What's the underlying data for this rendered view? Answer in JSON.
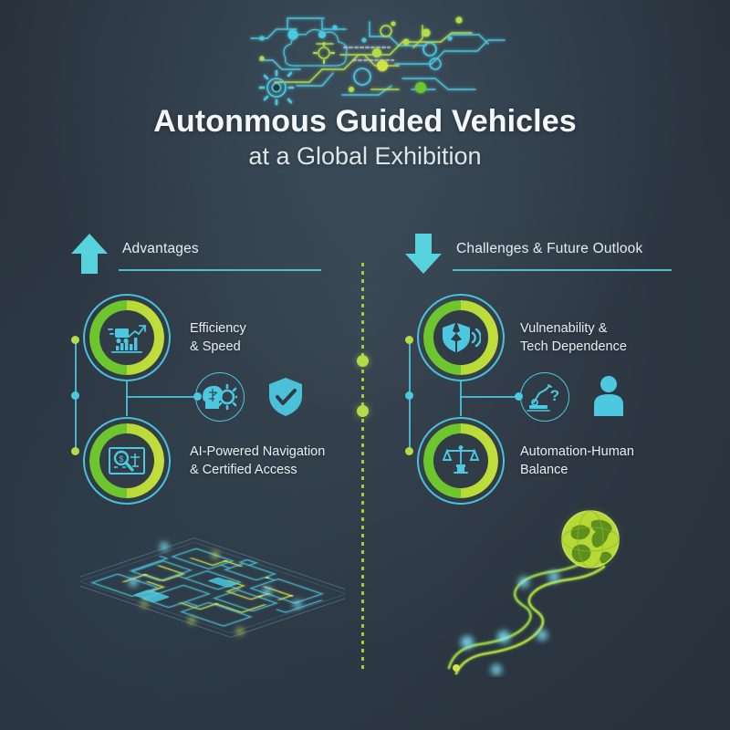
{
  "page": {
    "title_main": "Autonmous Guided Vehicles",
    "title_sub": "at a Global Exhibition",
    "background_color": "#2c3742",
    "accent_cyan": "#4cc8e0",
    "accent_green": "#b4dc47",
    "accent_green_dark": "#6ec62e",
    "text_color": "#e8eef2"
  },
  "header_graphic": {
    "icon": "circuit-board-network-icon",
    "description": "Abstract circuit board traces with nodes, gears and a cloud outline"
  },
  "columns": [
    {
      "id": "advantages",
      "heading": "Advantages",
      "arrow_icon": "arrow-up-icon",
      "arrow_direction": "up",
      "items": [
        {
          "label_line1": "Efficiency",
          "label_line2": "& Speed",
          "icon": "agv-cart-bar-chart-icon"
        },
        {
          "label_line1": "AI-Powered Navigation",
          "label_line2": "& Certified Access",
          "icon": "magnifier-map-navigation-icon"
        }
      ],
      "mid_icons": [
        {
          "icon": "brain-head-gear-icon",
          "framed": true
        },
        {
          "icon": "shield-check-icon",
          "framed": false
        }
      ]
    },
    {
      "id": "challenges",
      "heading": "Challenges & Future Outlook",
      "arrow_icon": "arrow-down-icon",
      "arrow_direction": "down",
      "items": [
        {
          "label_line1": "Vulnenability &",
          "label_line2": "Tech Dependence",
          "icon": "broken-shield-signal-icon"
        },
        {
          "label_line1": "Automation-Human",
          "label_line2": "Balance",
          "icon": "balance-scale-icon"
        }
      ],
      "mid_icons": [
        {
          "icon": "robot-arm-question-icon",
          "framed": true
        },
        {
          "icon": "person-silhouette-icon",
          "framed": false
        }
      ]
    }
  ],
  "divider": {
    "style": "dashed-vertical",
    "color": "#b4dc47",
    "dots": 2
  },
  "footer_graphics": [
    {
      "icon": "isometric-warehouse-floorplan-icon",
      "position": "bottom-left"
    },
    {
      "icon": "winding-arrow-globe-icon",
      "position": "bottom-right"
    }
  ]
}
